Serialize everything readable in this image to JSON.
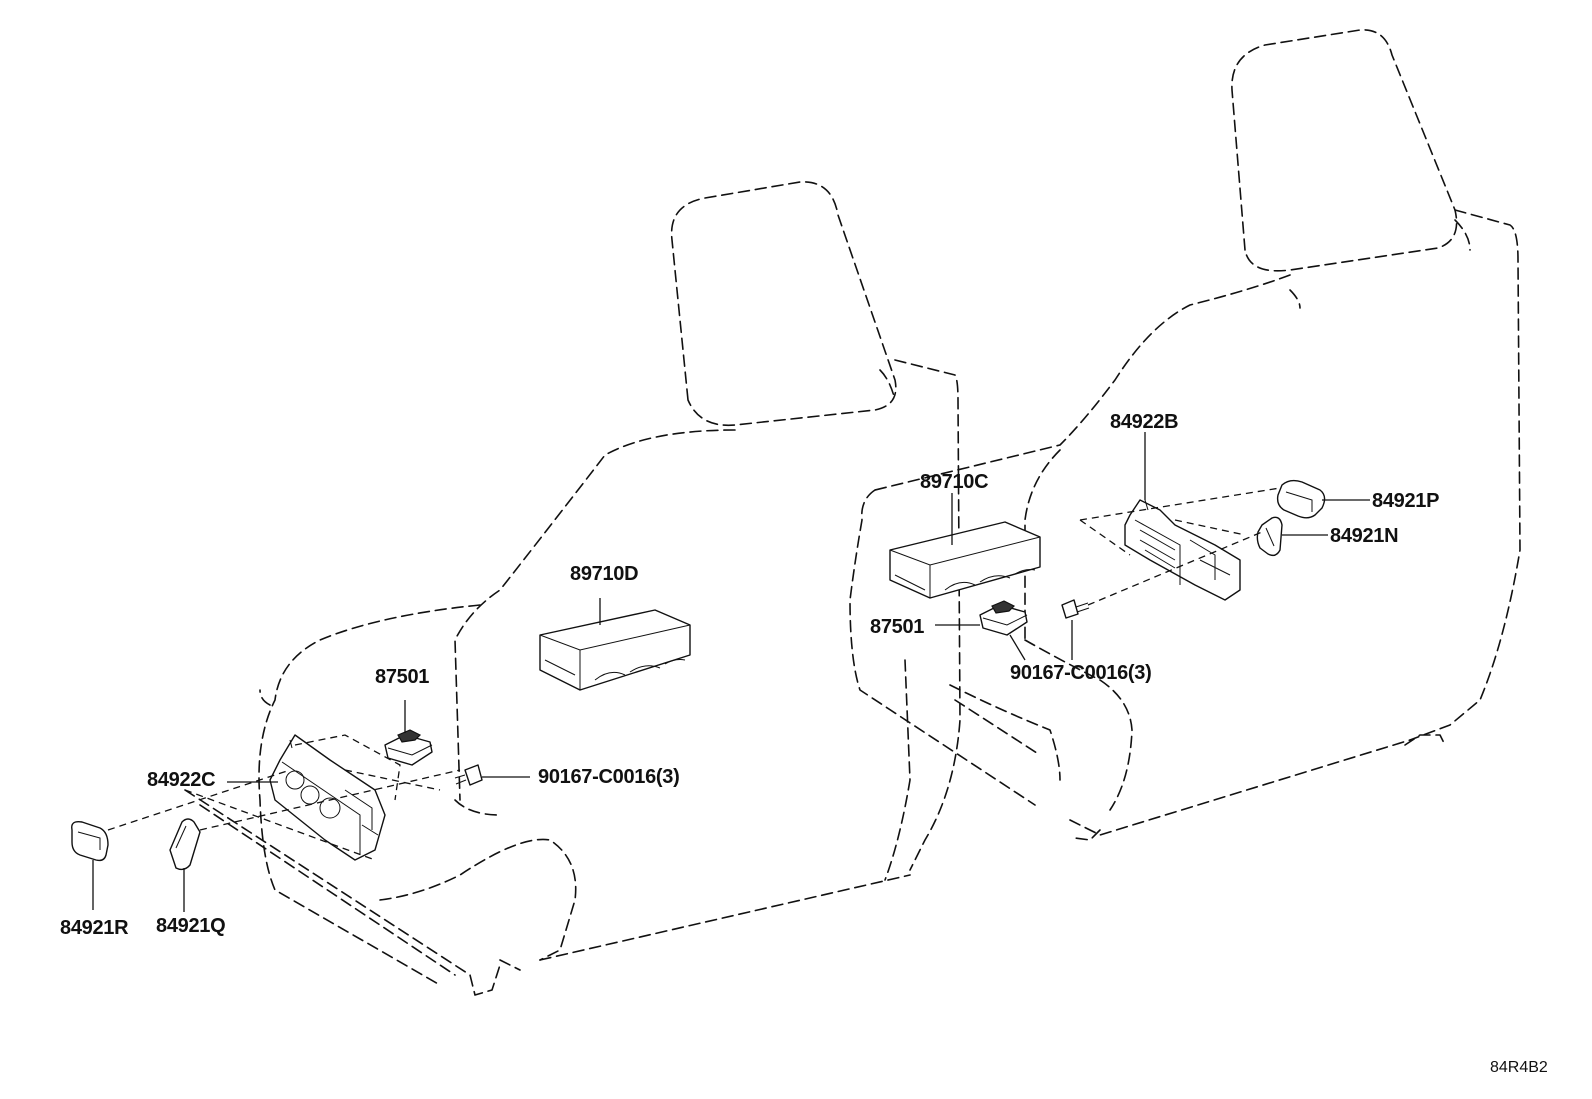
{
  "diagram": {
    "labels": {
      "p_89710D": "89710D",
      "p_87501_left": "87501",
      "p_84922C": "84922C",
      "p_90167_left": "90167-C0016(3)",
      "p_84921R": "84921R",
      "p_84921Q": "84921Q",
      "p_89710C": "89710C",
      "p_84922B": "84922B",
      "p_84921P": "84921P",
      "p_84921N": "84921N",
      "p_87501_right": "87501",
      "p_90167_right": "90167-C0016(3)"
    },
    "figure_code": "84R4B2"
  }
}
